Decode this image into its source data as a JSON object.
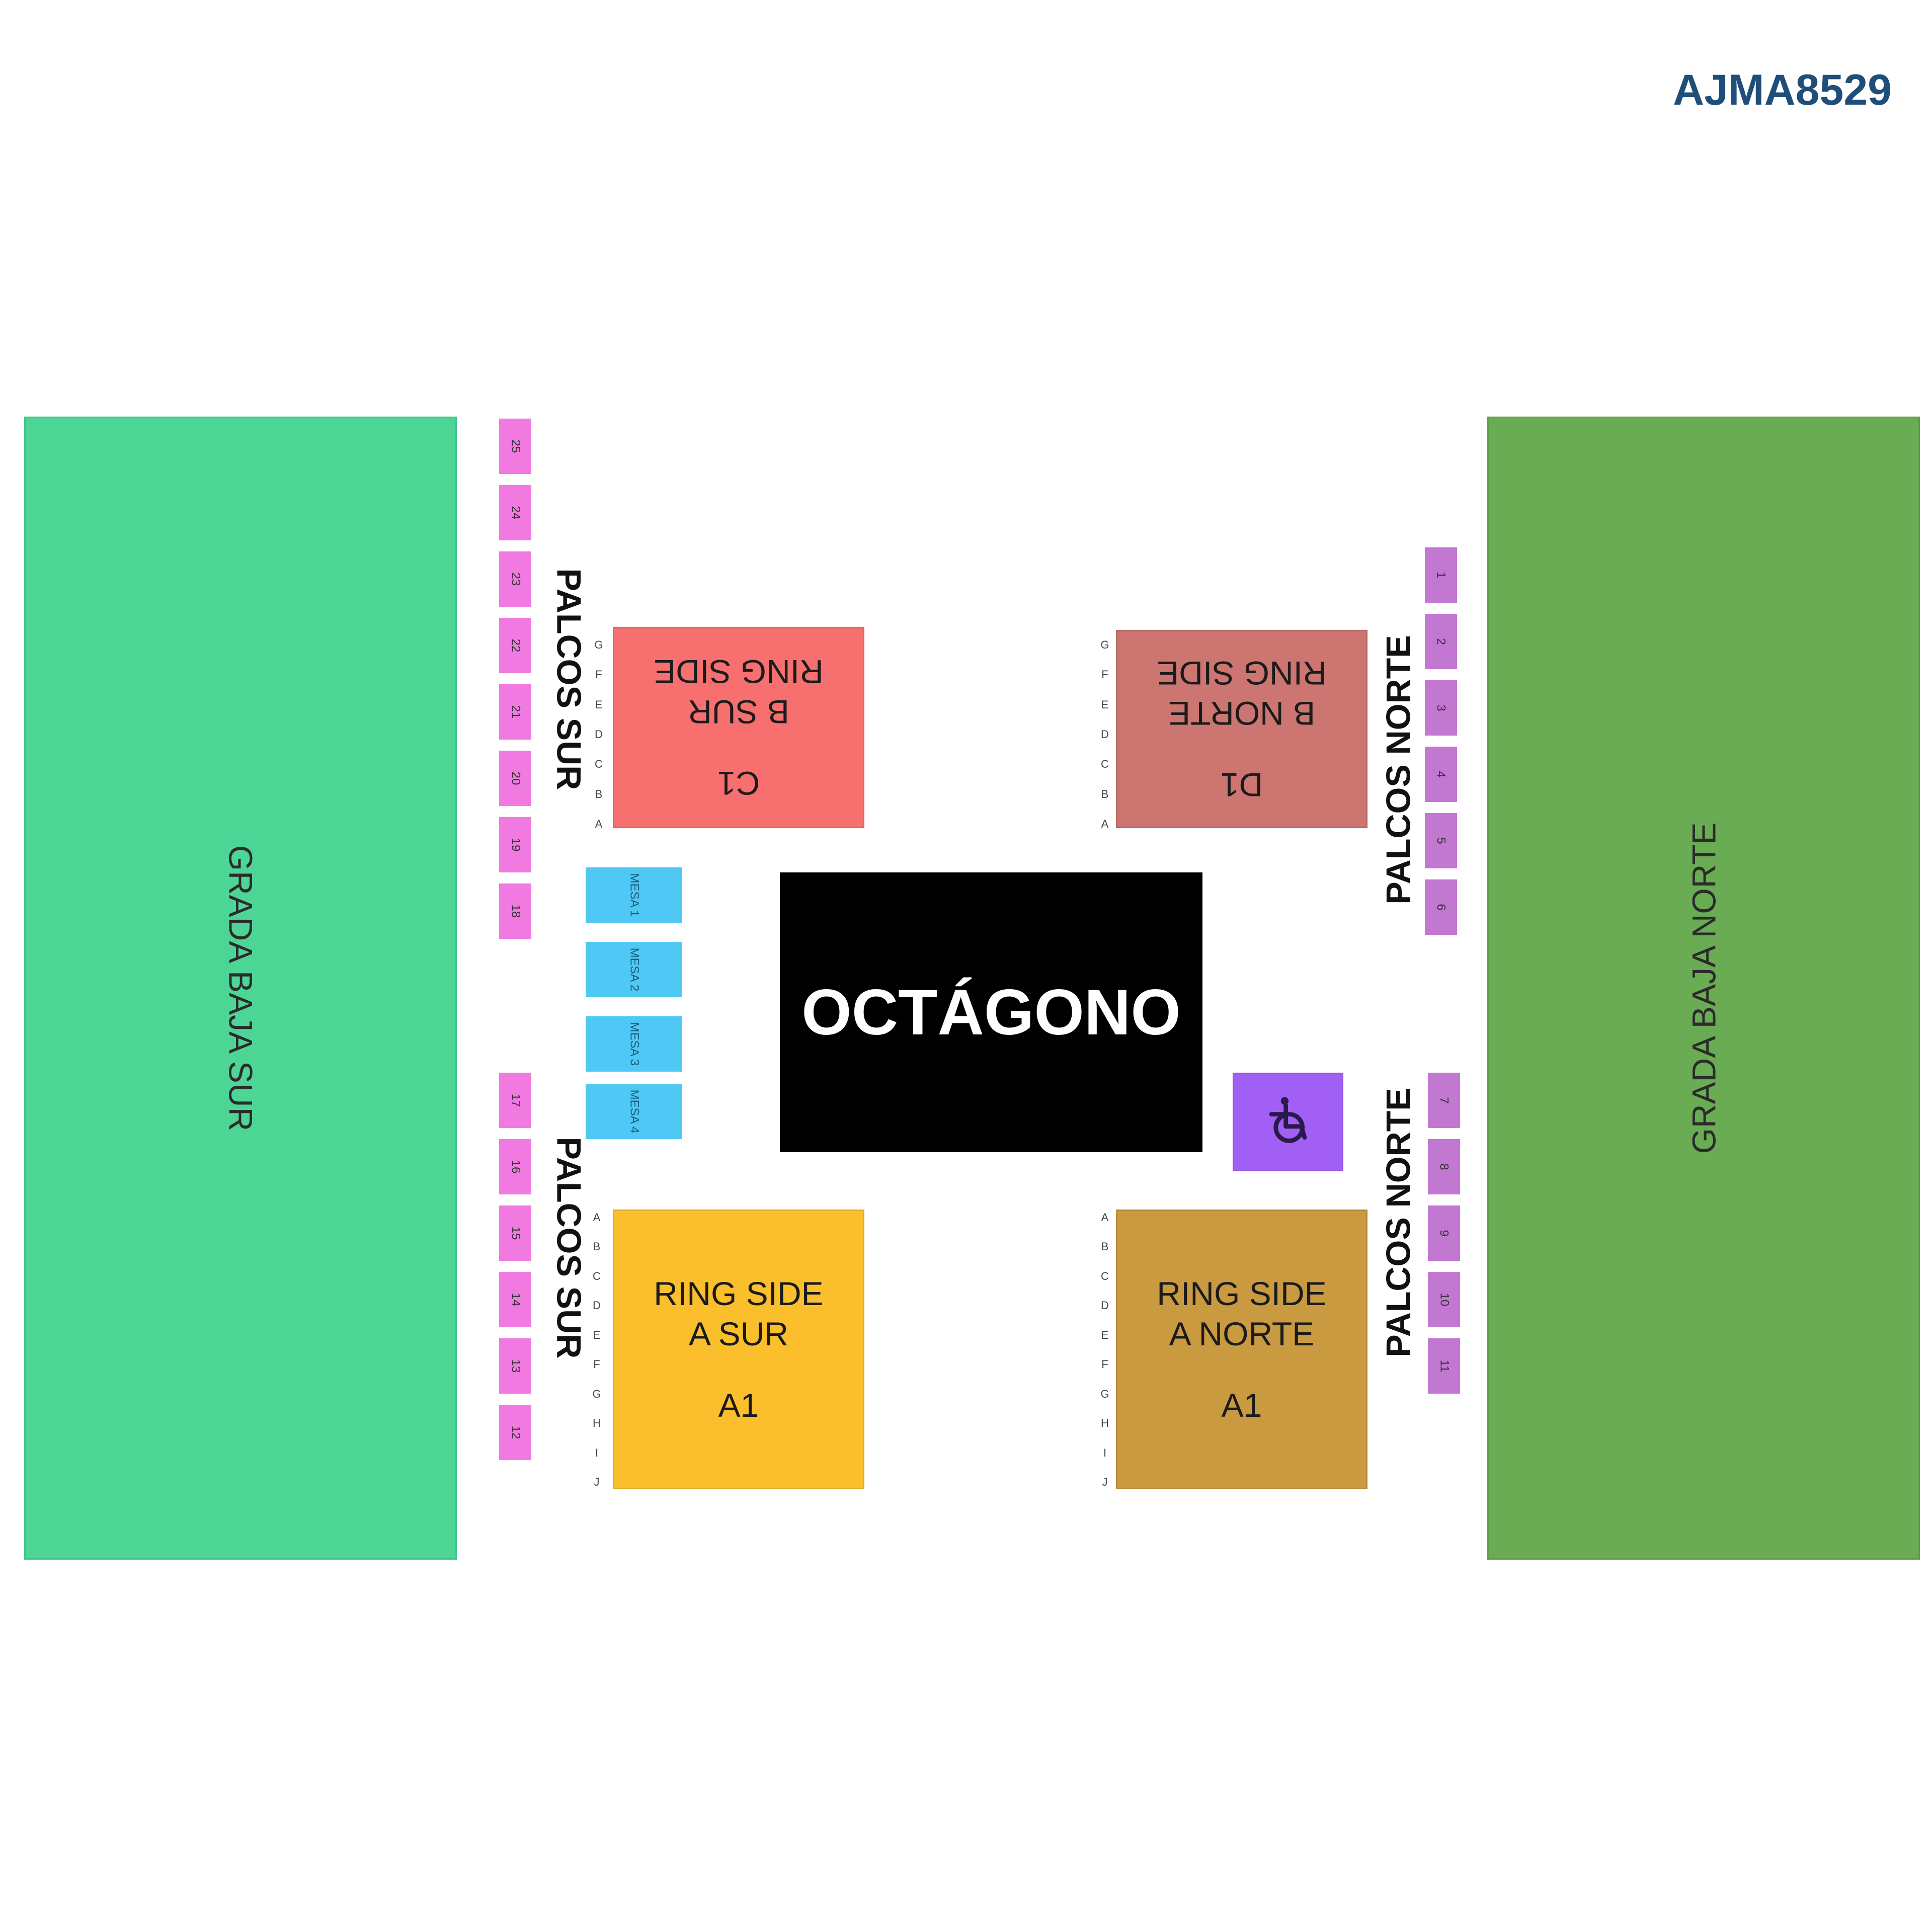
{
  "code": "AJMA8529",
  "grada_sur": {
    "label": "GRADA BAJA SUR",
    "color": "#4dd596"
  },
  "grada_norte": {
    "label": "GRADA BAJA NORTE",
    "color": "#6aac53"
  },
  "palcos_sur_label": "PALCOS SUR",
  "palcos_norte_label": "PALCOS NORTE",
  "palcos_sur_upper": [
    "25",
    "24",
    "23",
    "22",
    "21",
    "20",
    "19",
    "18"
  ],
  "palcos_sur_lower": [
    "17",
    "16",
    "15",
    "14",
    "13",
    "12"
  ],
  "palcos_norte_upper": [
    "1",
    "2",
    "3",
    "4",
    "5",
    "6"
  ],
  "palcos_norte_lower": [
    "7",
    "8",
    "9",
    "10",
    "11"
  ],
  "mesas": [
    {
      "label": "MESA",
      "num": "1"
    },
    {
      "label": "MESA",
      "num": "2"
    },
    {
      "label": "MESA",
      "num": "3"
    },
    {
      "label": "MESA",
      "num": "4"
    }
  ],
  "octagono": "OCTÁGONO",
  "ring_b_sur": {
    "line1": "RING SIDE",
    "line2": "B SUR",
    "section": "C1",
    "color": "#f7706f"
  },
  "ring_b_norte": {
    "line1": "RING SIDE",
    "line2": "B NORTE",
    "section": "D1",
    "color": "#cc7571"
  },
  "ring_a_sur": {
    "line1": "RING SIDE",
    "line2": "A SUR",
    "section": "A1",
    "color": "#fbbf2d"
  },
  "ring_a_norte": {
    "line1": "RING SIDE",
    "line2": "A NORTE",
    "section": "A1",
    "color": "#c99a40"
  },
  "rows_a": [
    "A",
    "B",
    "C",
    "D",
    "E",
    "F",
    "G",
    "H",
    "I",
    "J"
  ],
  "rows_b": [
    "G",
    "F",
    "E",
    "D",
    "C",
    "B",
    "A"
  ],
  "accessibility_icon": "wheelchair-icon",
  "accessibility_color": "#a25ff5"
}
